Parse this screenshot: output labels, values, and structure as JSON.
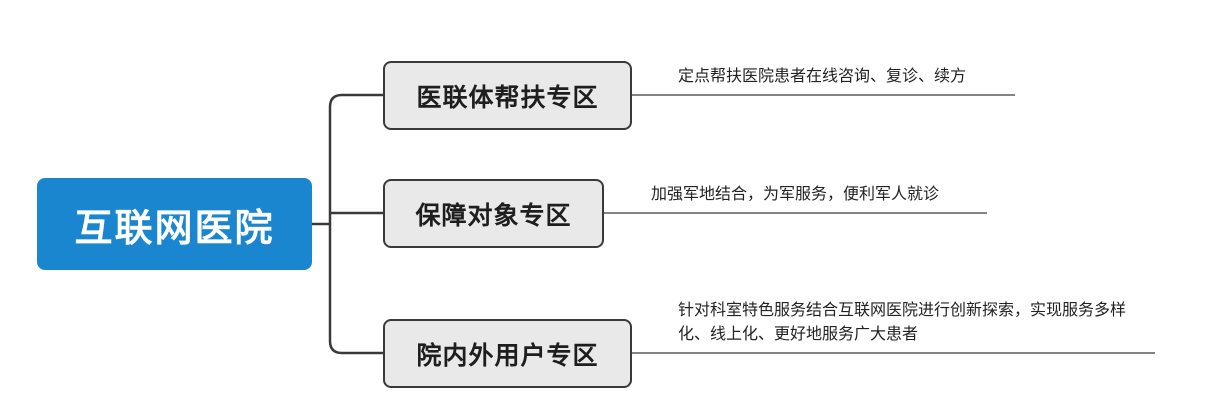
{
  "root": {
    "label": "互联网医院",
    "color": "#1a86cf"
  },
  "branches": [
    {
      "label": "医联体帮扶专区",
      "detail": "定点帮扶医院患者在线咨询、复诊、续方"
    },
    {
      "label": "保障对象专区",
      "detail": "加强军地结合，为军服务，便利军人就诊"
    },
    {
      "label": "院内外用户专区",
      "detail": "针对科室特色服务结合互联网医院进行创新探索，实现服务多样化、线上化、更好地服务广大患者"
    }
  ]
}
